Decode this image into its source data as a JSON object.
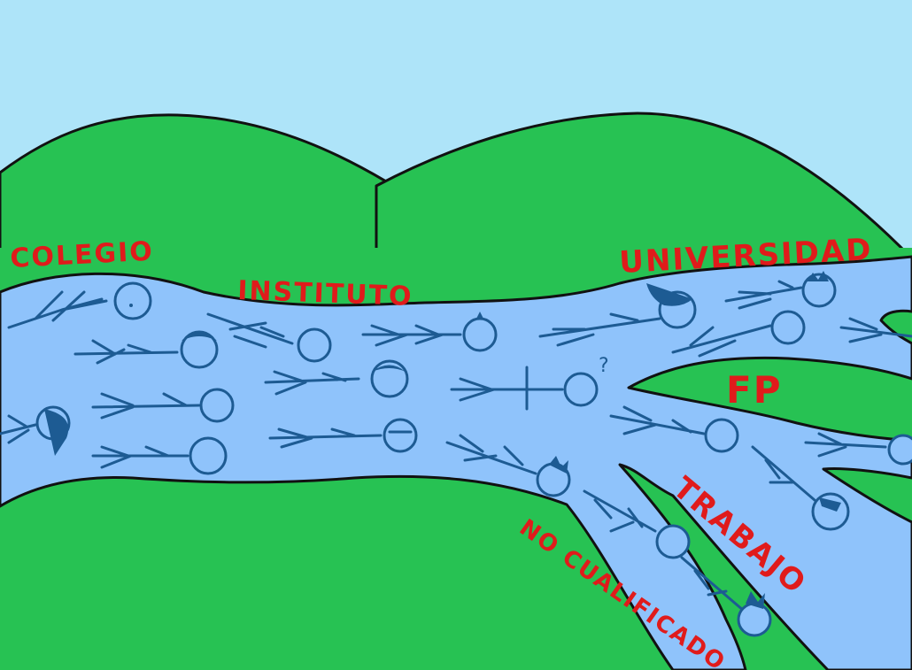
{
  "labels": {
    "colegio": "COLEGIO",
    "instituto": "INSTITUTO",
    "universidad": "UNIVERSIDAD",
    "fp": "FP",
    "trabajo": "TRABAJO",
    "no_cualificado": "NO CUALIFICADO"
  },
  "marks": {
    "question": "?"
  },
  "colors": {
    "sky": "#aee4f9",
    "grass": "#27c253",
    "water": "#8fc3fb",
    "figures": "#1d5b93",
    "labels": "#e01b1b"
  }
}
